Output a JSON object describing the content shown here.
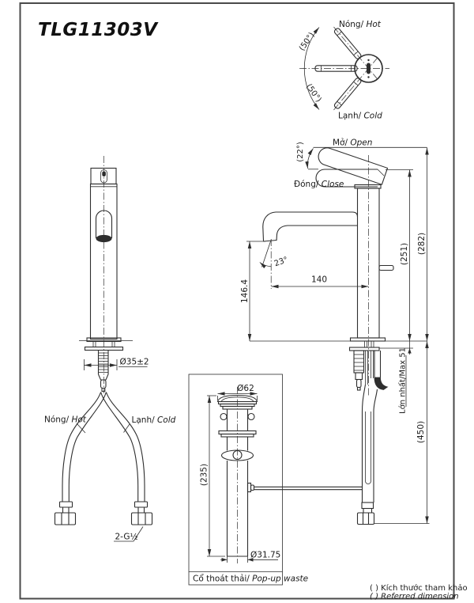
{
  "colors": {
    "line": "#2e2e2e",
    "text": "#1a1a1a",
    "border": "#4a4a4a",
    "background": "#ffffff"
  },
  "title": "TLG11303V",
  "rotation_diagram": {
    "hot_vn": "Nóng/",
    "hot_en": " Hot",
    "cold_vn": "Lạnh/",
    "cold_en": " Cold",
    "upper_angle": "(50°)",
    "lower_angle": "(50°)"
  },
  "handle": {
    "open_vn": "Mở/",
    "open_en": " Open",
    "close_vn": "Đóng/",
    "close_en": " Close",
    "angle": "(22°)"
  },
  "dims": {
    "spout_reach": "140",
    "spout_height": "146.4",
    "flow_angle": "23°",
    "height_closed": "(251)",
    "height_open": "(282)",
    "deck_max": "Lớn nhất/Max 51",
    "hose_length": "(450)",
    "hole": "Ø35±2",
    "connection": "2-G½"
  },
  "front_view": {
    "hot_vn": "Nóng/",
    "hot_en": " Hot",
    "cold_vn": "Lạnh/",
    "cold_en": " Cold"
  },
  "popup": {
    "cap_dia": "Ø62",
    "length": "(235)",
    "pipe_dia": "Ø31.75",
    "label_vn": "Cổ thoát thải/",
    "label_en": " Pop-up waste"
  },
  "legend": {
    "line1": "( ) Kích thước tham khảo",
    "line2": "( ) Referred dimension"
  }
}
